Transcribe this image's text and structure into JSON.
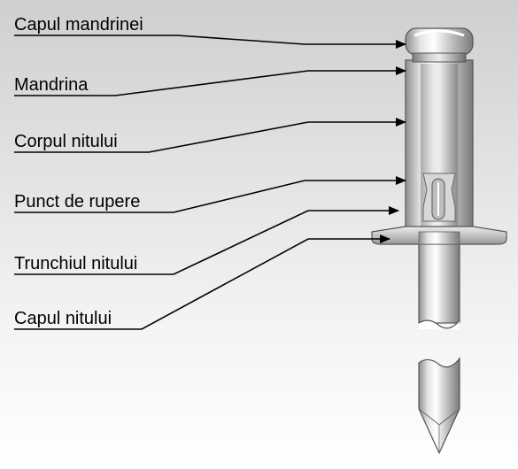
{
  "labels": [
    "Capul mandrinei",
    "Mandrina",
    "Corpul nitului",
    "Punct de rupere",
    "Trunchiul nitului",
    "Capul nitului"
  ]
}
